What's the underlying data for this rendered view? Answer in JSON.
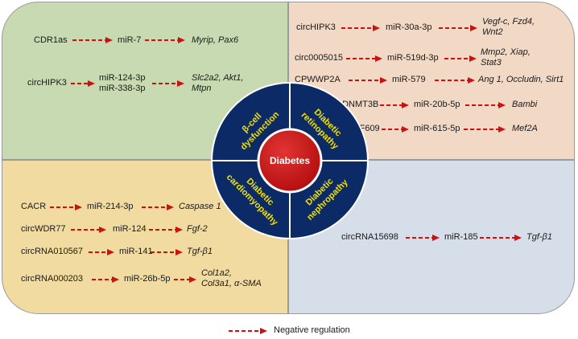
{
  "center": {
    "label": "Diabetes"
  },
  "segments": {
    "beta_cell": [
      "β-cell",
      "dysfunction"
    ],
    "retinopathy": [
      "Diabetic",
      "retinopathy"
    ],
    "nephropathy": [
      "Diabetic",
      "nephropathy"
    ],
    "cardiomyopathy": [
      "Diabetic",
      "cardiomyopathy"
    ]
  },
  "beta_cell": [
    {
      "circ": "CDR1as",
      "mir": "miR-7",
      "targets": "Myrip, Pax6"
    },
    {
      "circ": "circHIPK3",
      "mir_lines": [
        "miR-124-3p",
        "miR-338-3p"
      ],
      "target_lines": [
        "Slc2a2, Akt1,",
        "Mtpn"
      ]
    }
  ],
  "retinopathy": [
    {
      "circ": "circHIPK3",
      "mir": "miR-30a-3p",
      "target_lines": [
        "Vegf-c, Fzd4,",
        "Wnt2"
      ]
    },
    {
      "circ": "circ0005015",
      "mir": "miR-519d-3p",
      "target_lines": [
        "Mmp2, Xiap,",
        "Stat3"
      ]
    },
    {
      "circ": "CPWWP2A",
      "mir": "miR-579",
      "targets": "Ang 1, Occludin, Sirt1"
    },
    {
      "circ": "circDNMT3B",
      "mir": "miR-20b-5p",
      "targets": "Bambi"
    },
    {
      "circ": "CZNF609",
      "mir": "miR-615-5p",
      "targets": "Mef2A"
    }
  ],
  "cardiomyopathy": [
    {
      "circ": "CACR",
      "mir": "miR-214-3p",
      "targets": "Caspase 1"
    },
    {
      "circ": "circWDR77",
      "mir": "miR-124",
      "targets": "Fgf-2"
    },
    {
      "circ": "circRNA010567",
      "mir": "miR-141",
      "targets": "Tgf-β1"
    },
    {
      "circ": "circRNA000203",
      "mir": "miR-26b-5p",
      "target_lines": [
        "Col1a2,",
        "Col3a1, α-SMA"
      ]
    }
  ],
  "nephropathy": [
    {
      "circ": "circRNA15698",
      "mir": "miR-185",
      "targets": "Tgf-β1"
    }
  ],
  "legend": {
    "label": "Negative regulation"
  },
  "colors": {
    "arrow": "#cc1111",
    "wheel": "#0c2a66",
    "center": "#cc1111",
    "segment_text": "#f3e100",
    "beta_cell_bg": "#c8dab2",
    "retinopathy_bg": "#f2d9c6",
    "cardiomyopathy_bg": "#f1dba0",
    "nephropathy_bg": "#d6dee9"
  }
}
